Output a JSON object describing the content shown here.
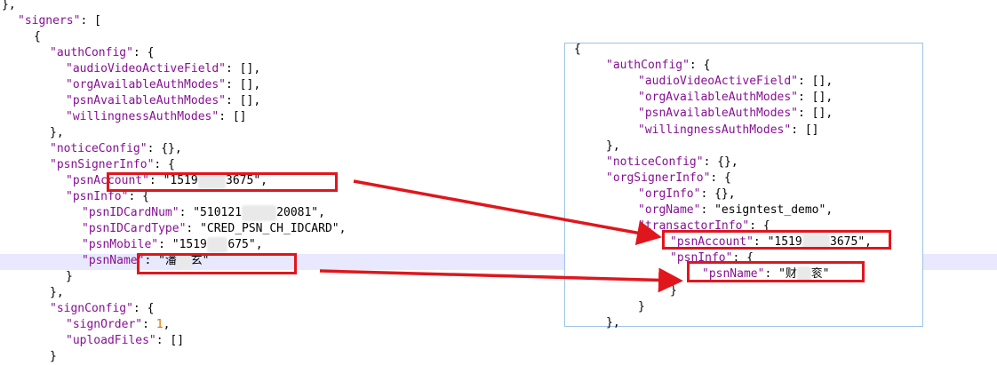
{
  "left_json": {
    "lines": [
      {
        "indent": 0,
        "tokens": [
          {
            "t": "p",
            "v": "},"
          }
        ]
      },
      {
        "indent": 1,
        "tokens": [
          {
            "t": "k",
            "v": "\"signers\""
          },
          {
            "t": "p",
            "v": ": ["
          }
        ]
      },
      {
        "indent": 2,
        "tokens": [
          {
            "t": "p",
            "v": "{"
          }
        ]
      },
      {
        "indent": 3,
        "tokens": [
          {
            "t": "k",
            "v": "\"authConfig\""
          },
          {
            "t": "p",
            "v": ": {"
          }
        ]
      },
      {
        "indent": 4,
        "tokens": [
          {
            "t": "k",
            "v": "\"audioVideoActiveField\""
          },
          {
            "t": "p",
            "v": ": [],"
          }
        ]
      },
      {
        "indent": 4,
        "tokens": [
          {
            "t": "k",
            "v": "\"orgAvailableAuthModes\""
          },
          {
            "t": "p",
            "v": ": [],"
          }
        ]
      },
      {
        "indent": 4,
        "tokens": [
          {
            "t": "k",
            "v": "\"psnAvailableAuthModes\""
          },
          {
            "t": "p",
            "v": ": [],"
          }
        ]
      },
      {
        "indent": 4,
        "tokens": [
          {
            "t": "k",
            "v": "\"willingnessAuthModes\""
          },
          {
            "t": "p",
            "v": ": []"
          }
        ]
      },
      {
        "indent": 3,
        "tokens": [
          {
            "t": "p",
            "v": "},"
          }
        ]
      },
      {
        "indent": 3,
        "tokens": [
          {
            "t": "k",
            "v": "\"noticeConfig\""
          },
          {
            "t": "p",
            "v": ": {},"
          }
        ]
      },
      {
        "indent": 3,
        "tokens": [
          {
            "t": "k",
            "v": "\"psnSignerInfo\""
          },
          {
            "t": "p",
            "v": ": {"
          }
        ]
      },
      {
        "indent": 4,
        "tokens": [
          {
            "t": "k",
            "v": "\"psnAccount\""
          },
          {
            "t": "p",
            "v": ": "
          },
          {
            "t": "s-dark",
            "v": "\"1519"
          },
          {
            "t": "blur",
            "v": "0000"
          },
          {
            "t": "s-dark",
            "v": "3675\""
          },
          {
            "t": "p",
            "v": ","
          }
        ]
      },
      {
        "indent": 4,
        "tokens": [
          {
            "t": "k",
            "v": "\"psnInfo\""
          },
          {
            "t": "p",
            "v": ": {"
          }
        ]
      },
      {
        "indent": 5,
        "tokens": [
          {
            "t": "k",
            "v": "\"psnIDCardNum\""
          },
          {
            "t": "p",
            "v": ": "
          },
          {
            "t": "s-dark",
            "v": "\"510121"
          },
          {
            "t": "blur",
            "v": "00000"
          },
          {
            "t": "s-dark",
            "v": "20081\""
          },
          {
            "t": "p",
            "v": ","
          }
        ]
      },
      {
        "indent": 5,
        "tokens": [
          {
            "t": "k",
            "v": "\"psnIDCardType\""
          },
          {
            "t": "p",
            "v": ": "
          },
          {
            "t": "s-dark",
            "v": "\"CRED_PSN_CH_IDCARD\""
          },
          {
            "t": "p",
            "v": ","
          }
        ]
      },
      {
        "indent": 5,
        "tokens": [
          {
            "t": "k",
            "v": "\"psnMobile\""
          },
          {
            "t": "p",
            "v": ": "
          },
          {
            "t": "s-dark",
            "v": "\"1519"
          },
          {
            "t": "blur",
            "v": "000"
          },
          {
            "t": "s-dark",
            "v": "675\""
          },
          {
            "t": "p",
            "v": ","
          }
        ]
      },
      {
        "indent": 5,
        "tokens": [
          {
            "t": "k",
            "v": "\"psnName\""
          },
          {
            "t": "p",
            "v": ": "
          },
          {
            "t": "s-dark",
            "v": "\"潘"
          },
          {
            "t": "blur",
            "v": "00"
          },
          {
            "t": "s-dark",
            "v": "玄\""
          }
        ]
      },
      {
        "indent": 4,
        "tokens": [
          {
            "t": "p",
            "v": "}"
          }
        ]
      },
      {
        "indent": 3,
        "tokens": [
          {
            "t": "p",
            "v": "},"
          }
        ]
      },
      {
        "indent": 3,
        "tokens": [
          {
            "t": "k",
            "v": "\"signConfig\""
          },
          {
            "t": "p",
            "v": ": {"
          }
        ]
      },
      {
        "indent": 4,
        "tokens": [
          {
            "t": "k",
            "v": "\"signOrder\""
          },
          {
            "t": "p",
            "v": ": "
          },
          {
            "t": "n",
            "v": "1"
          },
          {
            "t": "p",
            "v": ","
          }
        ]
      },
      {
        "indent": 4,
        "tokens": [
          {
            "t": "k",
            "v": "\"uploadFiles\""
          },
          {
            "t": "p",
            "v": ": []"
          }
        ]
      },
      {
        "indent": 3,
        "tokens": [
          {
            "t": "p",
            "v": "}"
          }
        ]
      }
    ]
  },
  "right_json": {
    "lines": [
      {
        "indent": 0,
        "tokens": [
          {
            "t": "p",
            "v": "{"
          }
        ]
      },
      {
        "indent": 1,
        "tokens": [
          {
            "t": "k",
            "v": "\"authConfig\""
          },
          {
            "t": "p",
            "v": ": {"
          }
        ]
      },
      {
        "indent": 2,
        "tokens": [
          {
            "t": "k",
            "v": "\"audioVideoActiveField\""
          },
          {
            "t": "p",
            "v": ": [],"
          }
        ]
      },
      {
        "indent": 2,
        "tokens": [
          {
            "t": "k",
            "v": "\"orgAvailableAuthModes\""
          },
          {
            "t": "p",
            "v": ": [],"
          }
        ]
      },
      {
        "indent": 2,
        "tokens": [
          {
            "t": "k",
            "v": "\"psnAvailableAuthModes\""
          },
          {
            "t": "p",
            "v": ": [],"
          }
        ]
      },
      {
        "indent": 2,
        "tokens": [
          {
            "t": "k",
            "v": "\"willingnessAuthModes\""
          },
          {
            "t": "p",
            "v": ": []"
          }
        ]
      },
      {
        "indent": 1,
        "tokens": [
          {
            "t": "p",
            "v": "},"
          }
        ]
      },
      {
        "indent": 1,
        "tokens": [
          {
            "t": "k",
            "v": "\"noticeConfig\""
          },
          {
            "t": "p",
            "v": ": {},"
          }
        ]
      },
      {
        "indent": 1,
        "tokens": [
          {
            "t": "k",
            "v": "\"orgSignerInfo\""
          },
          {
            "t": "p",
            "v": ": {"
          }
        ]
      },
      {
        "indent": 2,
        "tokens": [
          {
            "t": "k",
            "v": "\"orgInfo\""
          },
          {
            "t": "p",
            "v": ": {},"
          }
        ]
      },
      {
        "indent": 2,
        "tokens": [
          {
            "t": "k",
            "v": "\"orgName\""
          },
          {
            "t": "p",
            "v": ": "
          },
          {
            "t": "s-dark",
            "v": "\"esigntest_demo\""
          },
          {
            "t": "p",
            "v": ","
          }
        ]
      },
      {
        "indent": 2,
        "tokens": [
          {
            "t": "k",
            "v": "\"transactorInfo\""
          },
          {
            "t": "p",
            "v": ": {"
          }
        ]
      },
      {
        "indent": 3,
        "tokens": [
          {
            "t": "k",
            "v": "\"psnAccount\""
          },
          {
            "t": "p",
            "v": ": "
          },
          {
            "t": "s-dark",
            "v": "\"1519"
          },
          {
            "t": "blur",
            "v": "0000"
          },
          {
            "t": "s-dark",
            "v": "3675\""
          },
          {
            "t": "p",
            "v": ","
          }
        ]
      },
      {
        "indent": 3,
        "tokens": [
          {
            "t": "k",
            "v": "\"psnInfo\""
          },
          {
            "t": "p",
            "v": ": {"
          }
        ]
      },
      {
        "indent": 4,
        "tokens": [
          {
            "t": "k",
            "v": "\"psnName\""
          },
          {
            "t": "p",
            "v": ": "
          },
          {
            "t": "s-dark",
            "v": "\"财"
          },
          {
            "t": "blur",
            "v": "00"
          },
          {
            "t": "s-dark",
            "v": "衮\""
          }
        ]
      },
      {
        "indent": 3,
        "tokens": [
          {
            "t": "p",
            "v": "}"
          }
        ]
      },
      {
        "indent": 2,
        "tokens": [
          {
            "t": "p",
            "v": "}"
          }
        ]
      },
      {
        "indent": 1,
        "tokens": [
          {
            "t": "p",
            "v": "},"
          }
        ]
      }
    ]
  },
  "colors": {
    "accent_red": "#e0161d",
    "key_purple": "#871094",
    "number_orange": "#e07000",
    "popup_border": "#9cc3e6",
    "highlight_line": "#e8e8ff"
  }
}
